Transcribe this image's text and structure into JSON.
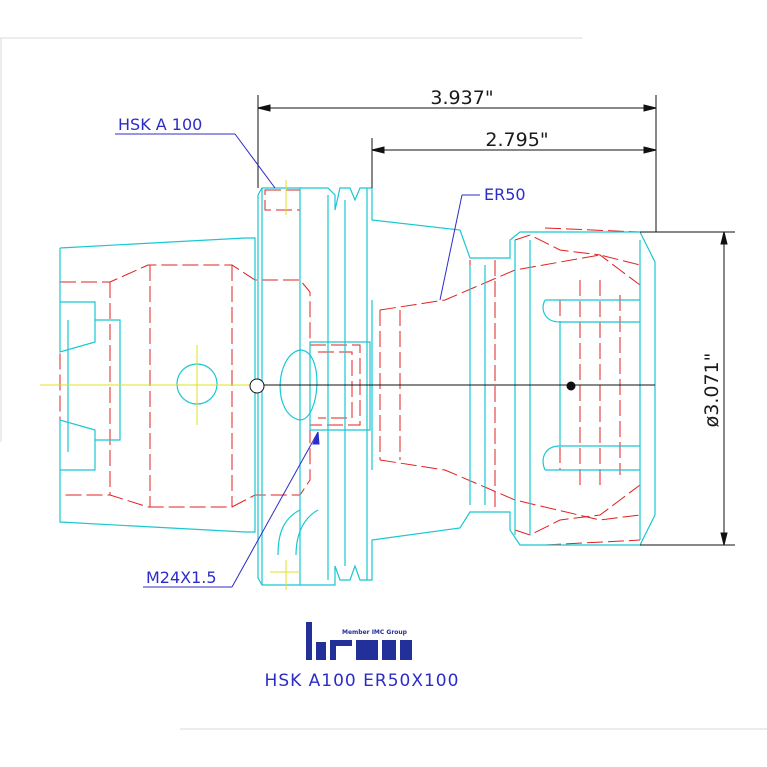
{
  "dimensions": {
    "overall_length": "3.937\"",
    "gauge_length": "2.795\"",
    "diameter": "ø3.071\""
  },
  "callouts": {
    "interface": "HSK A 100",
    "collet": "ER50",
    "thread": "M24X1.5"
  },
  "logo": {
    "tagline": "Member IMC Group",
    "name": "iscar"
  },
  "caption": "HSK A100 ER50X100",
  "colors": {
    "outline": "#19c8d2",
    "hidden": "#e02020",
    "centerline": "#e0e020",
    "dimension": "#111111",
    "callout": "#2c2cc8"
  }
}
